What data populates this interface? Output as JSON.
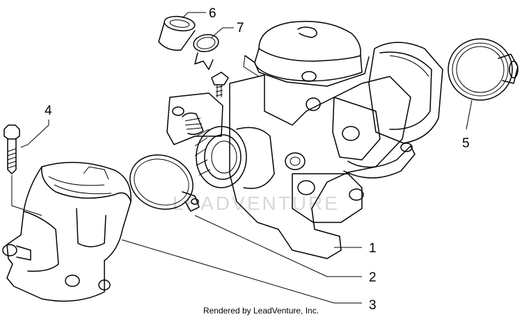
{
  "diagram": {
    "callouts": [
      {
        "id": "1",
        "label": "1"
      },
      {
        "id": "2",
        "label": "2"
      },
      {
        "id": "3",
        "label": "3"
      },
      {
        "id": "4",
        "label": "4"
      },
      {
        "id": "5",
        "label": "5"
      },
      {
        "id": "6",
        "label": "6"
      },
      {
        "id": "7",
        "label": "7"
      }
    ],
    "watermark": "LEADVENTURE",
    "footer": "Rendered by LeadVenture, Inc."
  }
}
